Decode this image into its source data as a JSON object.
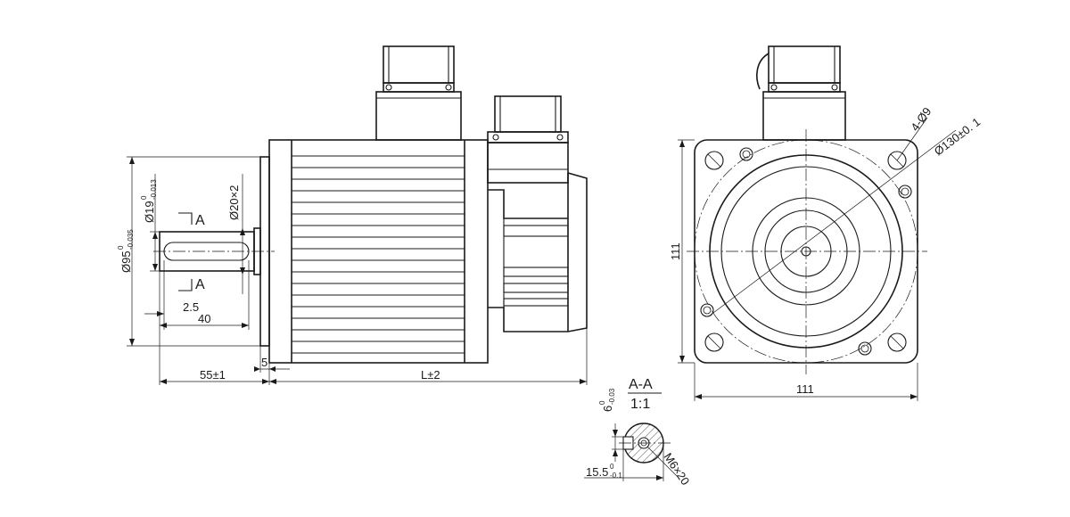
{
  "side_view": {
    "shaft_diameter": "Ø19",
    "shaft_tol_upper": "0",
    "shaft_tol_lower": "-0.013",
    "flange_diameter": "Ø95",
    "flange_tol_upper": "0",
    "flange_tol_lower": "-0.035",
    "shoulder_diameter": "Ø20×2",
    "section_label": "A",
    "dim_key_offset": "2.5",
    "dim_key_length": "40",
    "dim_shaft_length": "55±1",
    "dim_flange_thickness": "5",
    "dim_body_length": "L±2"
  },
  "front_view": {
    "holes": "4-Ø9",
    "pcd": "Ø130±0. 1",
    "height": "111",
    "width": "111"
  },
  "section": {
    "title": "A-A",
    "scale": "1:1",
    "key_width": "6",
    "key_tol_upper": "0",
    "key_tol_lower": "-0.03",
    "key_depth": "15.5",
    "depth_tol_upper": "0",
    "depth_tol_lower": "-0.1",
    "thread": "M6×20"
  }
}
